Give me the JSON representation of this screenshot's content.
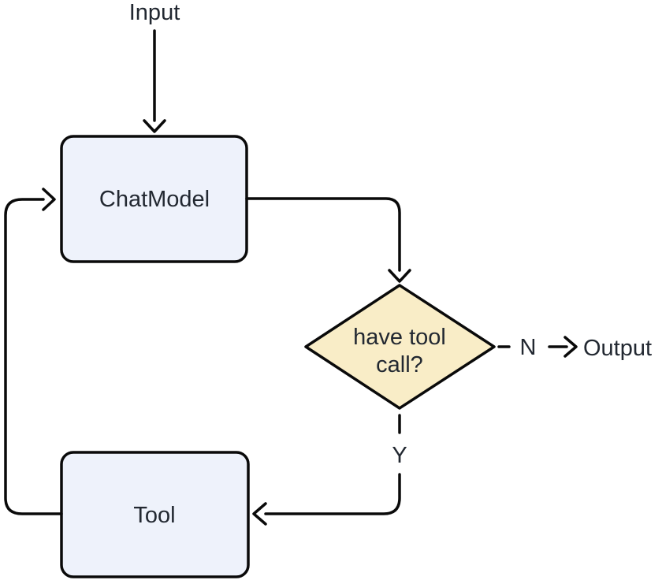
{
  "diagram": {
    "type": "flowchart",
    "background_color": "#ffffff",
    "line_color": "#0a0a0a",
    "text_color": "#222831",
    "nodes": {
      "input": {
        "label": "Input"
      },
      "chat_model": {
        "label": "ChatModel",
        "fill": "#eef2fb"
      },
      "decision": {
        "label_line1": "have tool",
        "label_line2": "call?",
        "fill": "#f9edc7"
      },
      "tool": {
        "label": "Tool",
        "fill": "#eef2fb"
      },
      "output": {
        "label": "Output"
      }
    },
    "edges": {
      "no_branch": {
        "label": "N",
        "style": "dashed"
      },
      "yes_branch": {
        "label": "Y",
        "style": "dashed"
      }
    }
  }
}
